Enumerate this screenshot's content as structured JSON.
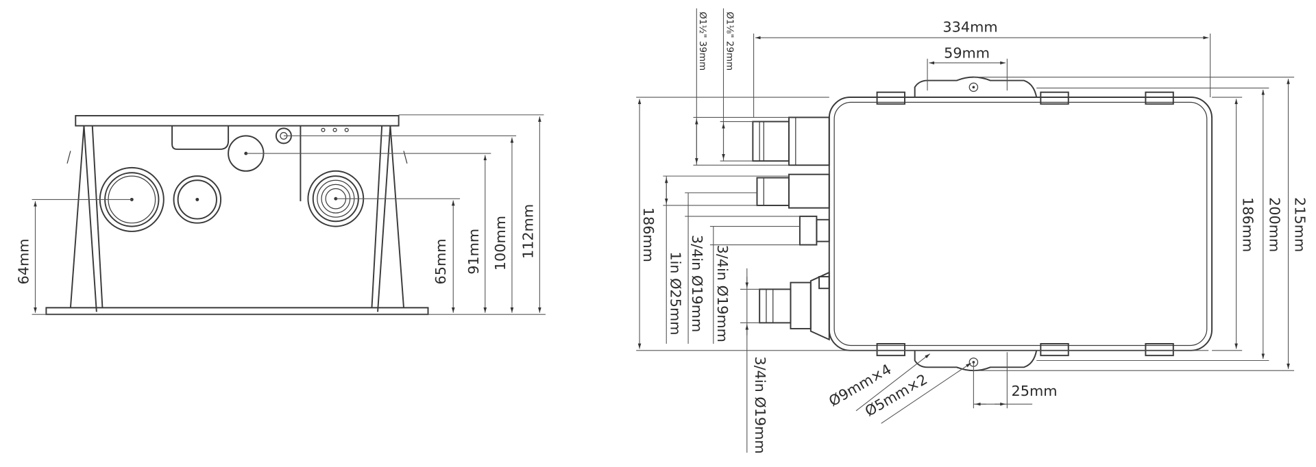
{
  "front_view": {
    "dimensions": [
      "64mm",
      "65mm",
      "91mm",
      "100mm",
      "112mm"
    ]
  },
  "top_view": {
    "width": "334mm",
    "tab_spacing": "59mm",
    "inner_height_left": "186mm",
    "inner_height_right": "186mm",
    "mount_height": "200mm",
    "overall_height": "215mm",
    "pipe_large": "Ø1½\" 39mm",
    "pipe_medium": "Ø1⅛\" 29mm",
    "pipe_1in": "1in Ø25mm",
    "pipe_34_a": "3/4in Ø19mm",
    "pipe_34_b": "3/4in Ø19mm",
    "pipe_34_c": "3/4in Ø19mm",
    "holes_9": "Ø9mm×4",
    "holes_5": "Ø5mm×2",
    "hole_offset": "25mm"
  }
}
